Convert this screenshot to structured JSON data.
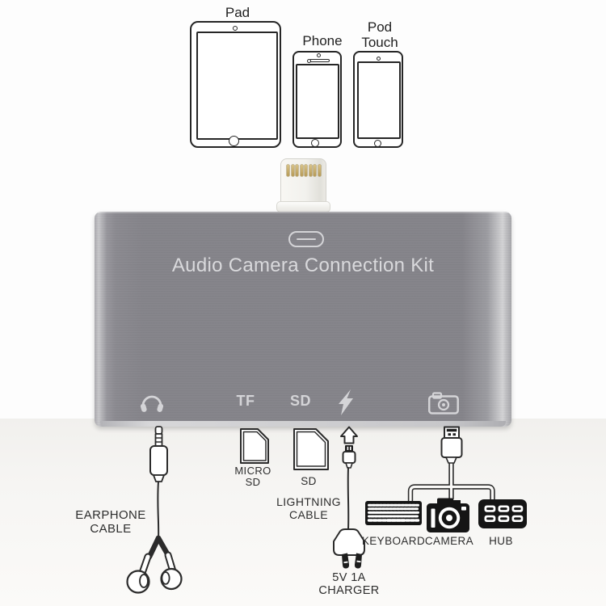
{
  "devices": {
    "pad": "Pad",
    "phone": "Phone",
    "pod_touch": "Pod Touch"
  },
  "adapter": {
    "title": "Audio Camera Connection Kit",
    "port_tf": "TF",
    "port_sd": "SD",
    "port_icons": [
      "headphone-icon",
      "lightning-bolt-icon",
      "camera-icon"
    ],
    "top_symbol": "lightning-port-icon"
  },
  "accessories": {
    "earphone_cable": "EARPHONE CABLE",
    "micro_sd": "MICRO SD",
    "sd": "SD",
    "lightning_cable": "LIGHTNING CABLE",
    "charger": "5V 1A CHARGER",
    "keyboard": "KEYBOARD",
    "camera": "CAMERA",
    "hub": "HUB"
  },
  "colors": {
    "page_bg": "#fdfdfd",
    "panel_bg": "#f5f4f1",
    "adapter_body": "#85848a",
    "adapter_edge_light": "#d3d3d5",
    "adapter_text": "#d9d9dc",
    "line_art": "#2b2b2b",
    "pin_gold": "#c9b273",
    "connector_white": "#f4f3ef"
  }
}
